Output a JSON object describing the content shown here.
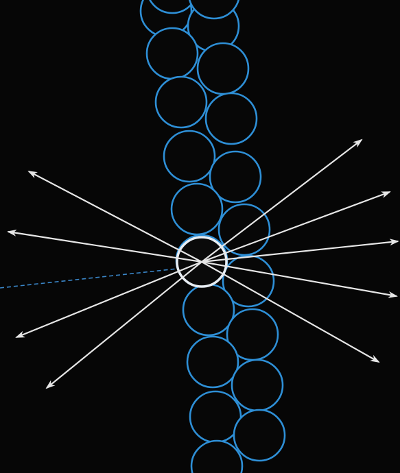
{
  "colors": {
    "background": "#060606",
    "circle_stroke": "#2e8fd6",
    "circle_highlight": "#e8eef4",
    "arrows": "#e6e6e6",
    "incoming_beam": "#3a86c8"
  },
  "diagram": {
    "circle_count": 21,
    "outgoing_arrow_count": 9,
    "incoming_beam": "dashed",
    "scattering_circle": "white"
  }
}
